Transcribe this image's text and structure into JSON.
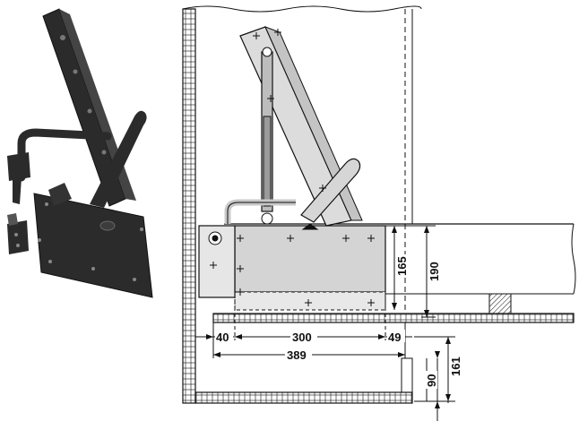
{
  "dimensions": {
    "d40": "40",
    "d300": "300",
    "d49": "49",
    "d389": "389",
    "d165": "165",
    "d190": "190",
    "d90": "90",
    "d161": "161"
  },
  "colors": {
    "mechanism_dark": "#2b2b2b",
    "mechanism_light": "#d9d9d9",
    "line": "#111111",
    "panel_fill": "#d4d4d4"
  }
}
